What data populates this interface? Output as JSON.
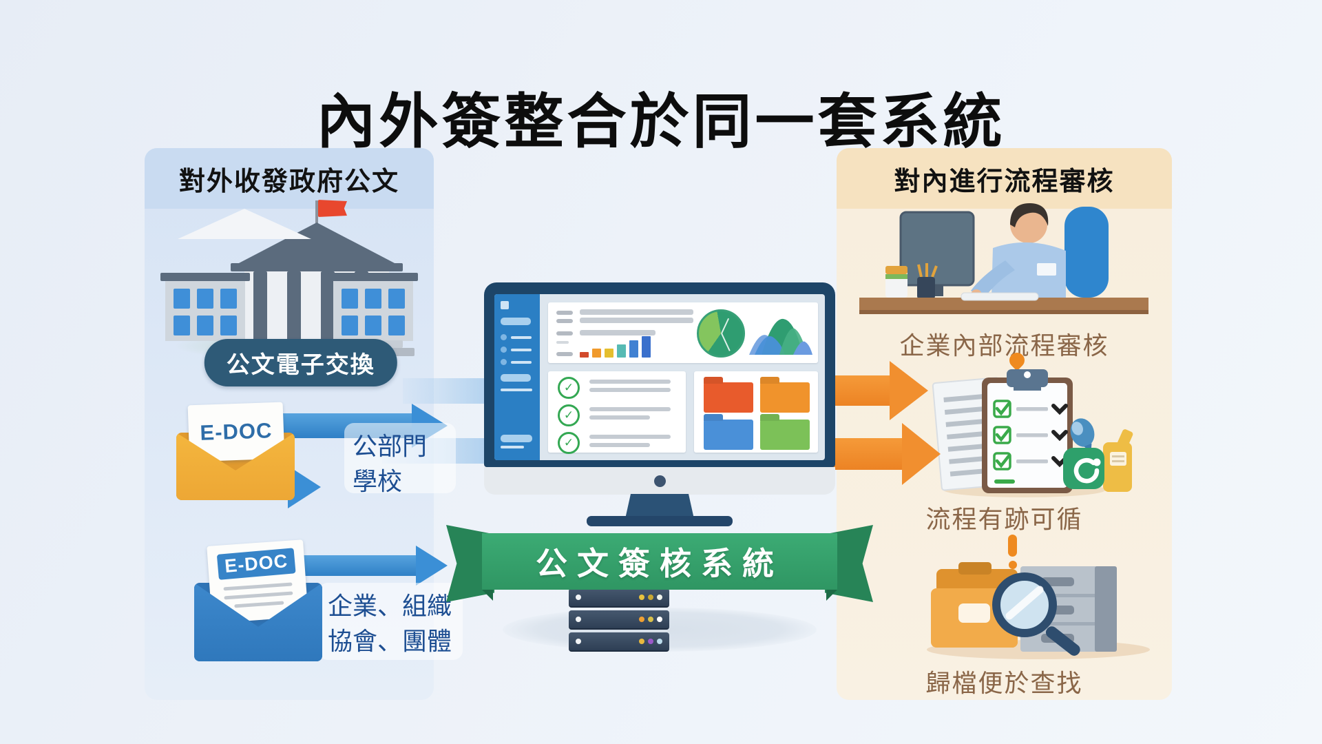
{
  "title": "內外簽整合於同一套系統",
  "left_panel": {
    "header": "對外收發政府公文",
    "badge": "公文電子交換",
    "envelope_gov_label": "E-DOC",
    "recipients_public_line1": "公部門",
    "recipients_public_line2": "學校",
    "envelope_biz_label": "E-DOC",
    "recipients_private_line1": "企業、組織",
    "recipients_private_line2": "協會、團體"
  },
  "center_system": {
    "ribbon_label": "公文簽核系統"
  },
  "right_panel": {
    "header": "對內進行流程審核",
    "captions": [
      "企業內部流程審核",
      "流程有跡可循",
      "歸檔便於查找"
    ]
  },
  "glyphs": {
    "check": "✓"
  },
  "colors": {
    "arrow_blue": "#3b8fd6",
    "arrow_orange": "#f18f2f",
    "ribbon_green": "#35a06c",
    "badge_navy": "#2e5a77",
    "label_blue": "#1d4e92",
    "caption_brown": "#8a6648"
  }
}
